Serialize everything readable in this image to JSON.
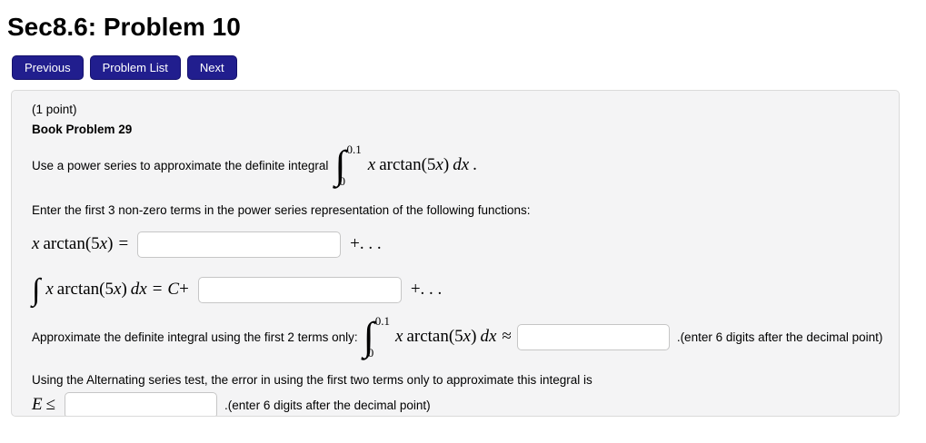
{
  "page_title": "Sec8.6: Problem 10",
  "nav_buttons": [
    {
      "label": "Previous"
    },
    {
      "label": "Problem List"
    },
    {
      "label": "Next"
    }
  ],
  "colors": {
    "button_bg": "#211e8e",
    "panel_bg": "#f4f4f5",
    "panel_border": "#dadada"
  },
  "problem": {
    "points_label": "(1 point)",
    "book_label": "Book Problem 29",
    "statement_text": "Use a power series to approximate the definite integral",
    "enter_terms_text": "Enter the first 3 non-zero terms in the power series representation of the following functions:",
    "approximate_text": "Approximate the definite integral using the first 2 terms only:",
    "alternating_text": "Using the Alternating series test, the error in using the first two terms only to approximate this integral is",
    "digits_note": ".(enter 6 digits after the decimal point)",
    "math": {
      "integral_sign": "∫",
      "upper_limit": "0.1",
      "lower_limit": "0",
      "var_x": "x",
      "arctan_open": "arctan(5",
      "rparen": ")",
      "dx": "dx",
      "equals": "=",
      "approx": "≈",
      "period": ".",
      "plus_ellipsis": "+. . .",
      "const_C": "C",
      "plus": "+",
      "E": "E",
      "leq": "≤"
    },
    "inputs": {
      "series_term": {
        "value": ""
      },
      "antiderivative": {
        "value": ""
      },
      "approximation": {
        "value": ""
      },
      "error_bound": {
        "value": ""
      }
    }
  }
}
